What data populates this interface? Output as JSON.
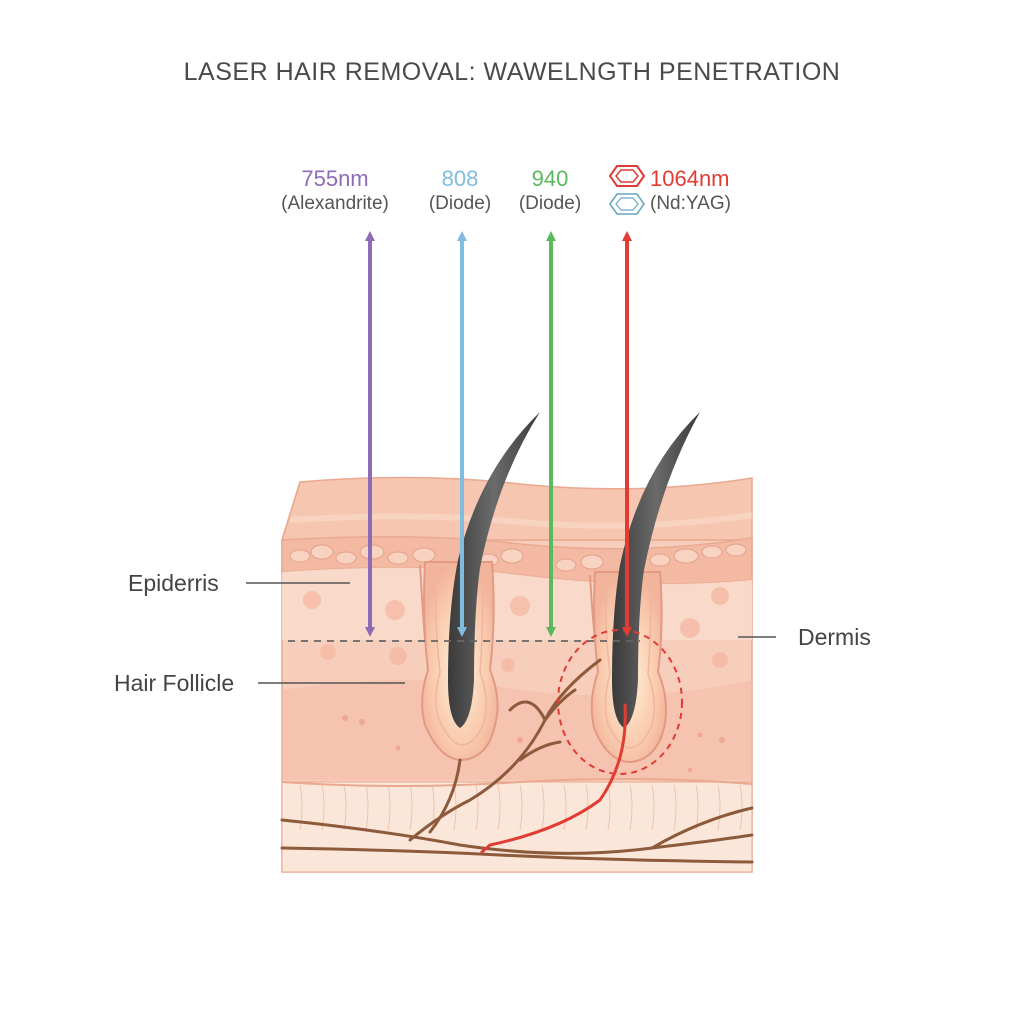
{
  "title": "LASER HAIR REMOVAL: WAWELNGTH PENETRATION",
  "wavelengths": [
    {
      "value": "755nm",
      "name": "(Alexandrite)",
      "color": "#8e6bb5"
    },
    {
      "value": "808",
      "name": "(Diode)",
      "color": "#7fbde0"
    },
    {
      "value": "940",
      "name": "(Diode)",
      "color": "#5cb85c"
    },
    {
      "value": "1064nm",
      "name": "(Nd:YAG)",
      "color": "#e23b34"
    }
  ],
  "labels": {
    "epidermis": "Epiderris",
    "hair_follicle": "Hair Follicle",
    "dermis": "Dermis"
  },
  "icons": [
    "laser-crystal-icon",
    "laser-crystal-outline-icon"
  ]
}
